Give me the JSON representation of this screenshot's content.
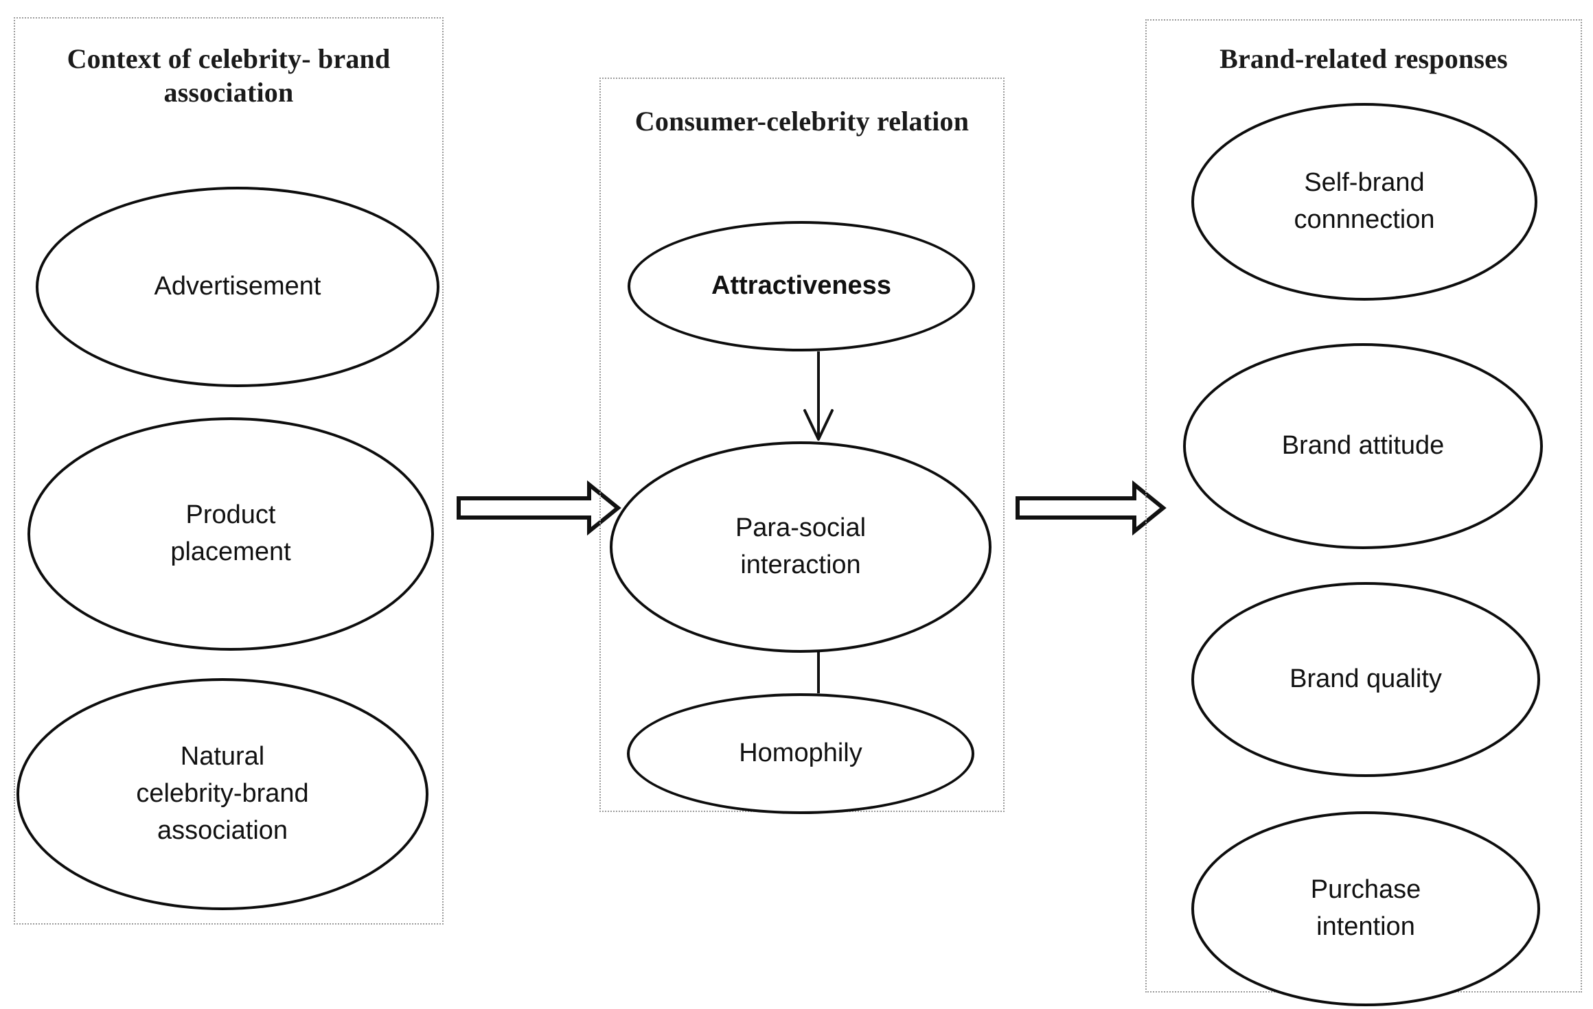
{
  "diagram": {
    "type": "conceptual-framework",
    "background": "#ffffff",
    "stroke_color": "#0d0d0d",
    "panel_border_color": "#9a9a9a",
    "text_color": "#111111"
  },
  "panels": [
    {
      "id": "context",
      "title": "Context of celebrity-\nbrand association",
      "nodes": [
        {
          "id": "advertisement",
          "label": "Advertisement",
          "bold": false
        },
        {
          "id": "product-placement",
          "label": "Product\nplacement",
          "bold": false
        },
        {
          "id": "natural-association",
          "label": "Natural\ncelebrity-brand\nassociation",
          "bold": false
        }
      ]
    },
    {
      "id": "relation",
      "title": "Consumer-celebrity relation",
      "nodes": [
        {
          "id": "attractiveness",
          "label": "Attractiveness",
          "bold": true
        },
        {
          "id": "para-social-interaction",
          "label": "Para-social\ninteraction",
          "bold": false
        },
        {
          "id": "homophily",
          "label": "Homophily",
          "bold": false
        }
      ]
    },
    {
      "id": "responses",
      "title": "Brand-related responses",
      "nodes": [
        {
          "id": "self-brand-connection",
          "label": "Self-brand\nconnnection",
          "bold": false
        },
        {
          "id": "brand-attitude",
          "label": "Brand attitude",
          "bold": false
        },
        {
          "id": "brand-quality",
          "label": "Brand quality",
          "bold": false
        },
        {
          "id": "purchase-intention",
          "label": "Purchase\nintention",
          "bold": false
        }
      ]
    }
  ],
  "connectors": [
    {
      "id": "context-to-relation",
      "style": "hollow-block-arrow",
      "from": "context",
      "to": "relation",
      "direction": "right"
    },
    {
      "id": "relation-to-responses",
      "style": "hollow-block-arrow",
      "from": "relation",
      "to": "responses",
      "direction": "right"
    },
    {
      "id": "attractiveness-to-parasocial",
      "style": "thin-line-arrow",
      "from": "attractiveness",
      "to": "para-social-interaction",
      "direction": "down"
    },
    {
      "id": "homophily-to-parasocial",
      "style": "thin-line-arrow",
      "from": "homophily",
      "to": "para-social-interaction",
      "direction": "up"
    }
  ]
}
